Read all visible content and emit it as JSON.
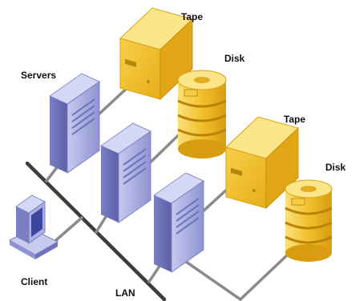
{
  "labels": {
    "servers": "Servers",
    "client": "Client",
    "lan": "LAN",
    "tape_top": "Tape",
    "disk_top": "Disk",
    "tape_bottom": "Tape",
    "disk_bottom": "Disk"
  },
  "colors": {
    "line": "#8a8a8a",
    "lan_line": "#3c3c3c",
    "server_front": "#9aa0d8",
    "server_side": "#6f74b8",
    "server_top": "#d5d8f5",
    "tape_front": "#f2c230",
    "tape_top": "#fde58a",
    "tape_side": "#d9a315",
    "disk_body": "#f1bf2a",
    "disk_band": "#c8900c",
    "client_screen": "#3d45a0"
  },
  "icons": [
    "server-icon",
    "tape-drive-icon",
    "disk-array-icon",
    "client-computer-icon"
  ]
}
